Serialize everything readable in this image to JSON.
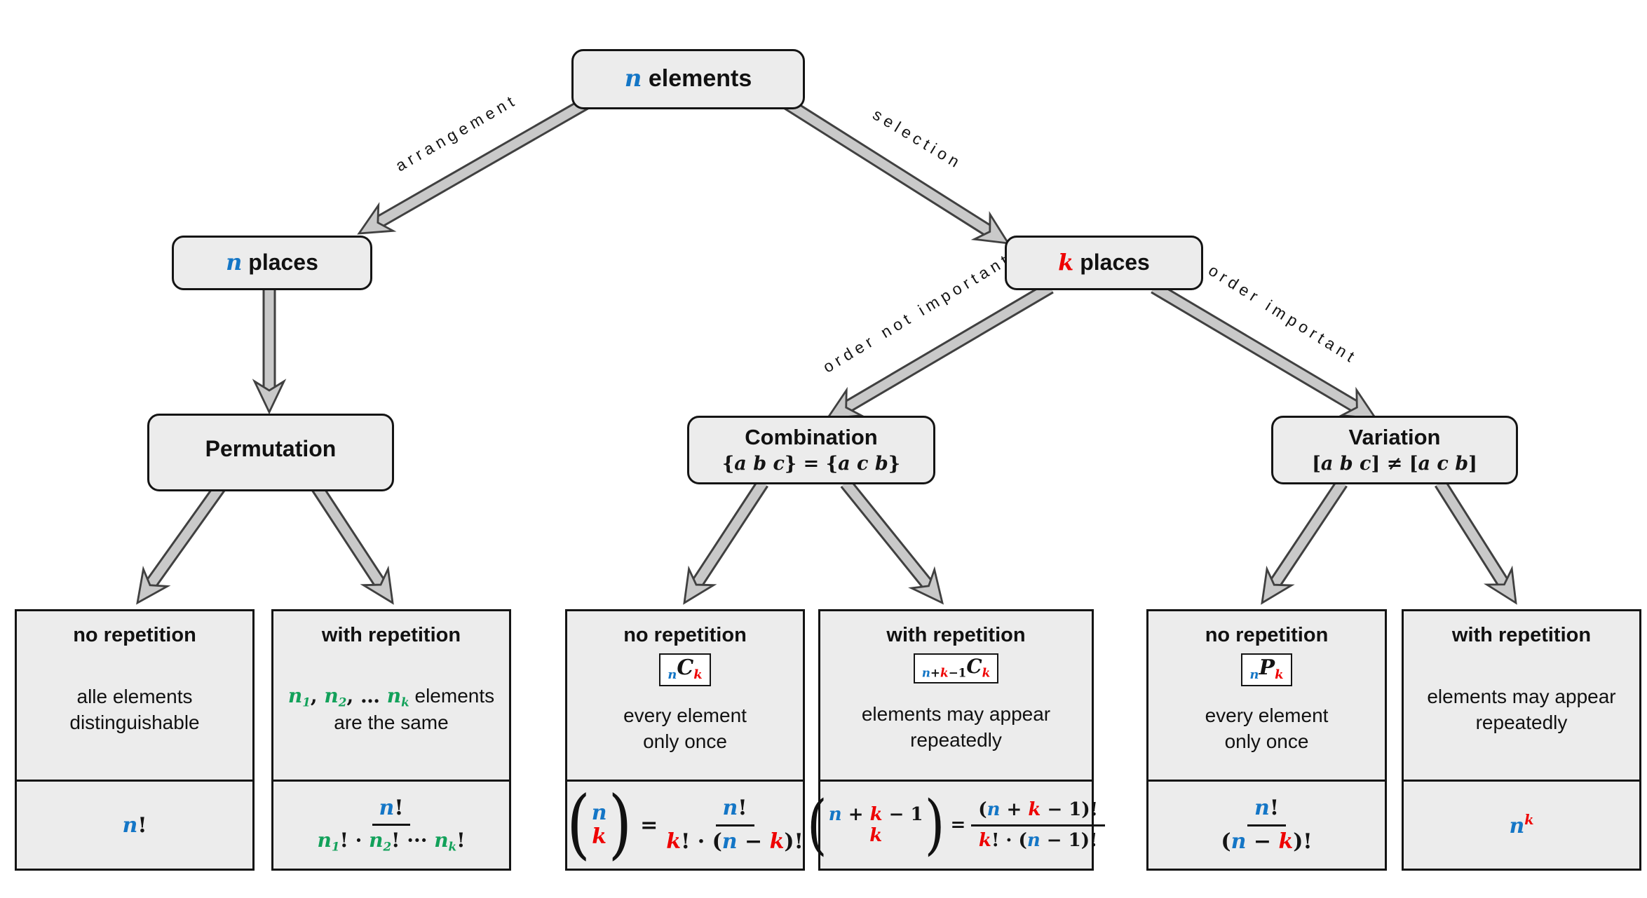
{
  "colors": {
    "blue": "#1476c6",
    "red": "#ee0000",
    "green": "#12a15a"
  },
  "nodes": {
    "root": {
      "tokens": [
        [
          "n",
          "b"
        ],
        [
          " elements",
          "pb"
        ]
      ]
    },
    "n_places": {
      "tokens": [
        [
          "n",
          "b"
        ],
        [
          " places",
          "pb"
        ]
      ]
    },
    "k_places": {
      "tokens": [
        [
          "k",
          "r"
        ],
        [
          " places",
          "pb"
        ]
      ]
    },
    "permutation": {
      "title": "Permutation"
    },
    "combination": {
      "title": "Combination",
      "subtitle_tokens": [
        [
          "{",
          "k"
        ],
        [
          "a b c",
          "kv"
        ],
        [
          "} = {",
          "k"
        ],
        [
          "a c b",
          "kv"
        ],
        [
          "}",
          "k"
        ]
      ]
    },
    "variation": {
      "title": "Variation",
      "subtitle_tokens": [
        [
          "[",
          "k"
        ],
        [
          "a b c",
          "kv"
        ],
        [
          "] ≠ [",
          "k"
        ],
        [
          "a c b",
          "kv"
        ],
        [
          "]",
          "k"
        ]
      ]
    }
  },
  "edges": {
    "arrangement": "arrangement",
    "selection": "selection",
    "order_not_important": "order not important",
    "order_important": "order important"
  },
  "leaves": [
    {
      "header": "no repetition",
      "body": [
        [
          [
            "alle elements",
            "plain"
          ]
        ],
        [
          [
            "distinguishable",
            "plain"
          ]
        ]
      ],
      "formula_tokens": [
        [
          "n",
          "b"
        ],
        [
          "!",
          "k"
        ]
      ]
    },
    {
      "header": "with repetition",
      "body": [
        [
          [
            "n",
            "g"
          ],
          [
            "1",
            "g sub"
          ],
          [
            ", ",
            "k"
          ],
          [
            "n",
            "g"
          ],
          [
            "2",
            "g sub"
          ],
          [
            ", … ",
            "k"
          ],
          [
            "n",
            "g"
          ],
          [
            "k",
            "g sub"
          ],
          [
            " elements",
            "plain"
          ]
        ],
        [
          [
            "are the same",
            "plain"
          ]
        ]
      ],
      "formula_num": [
        [
          "n",
          "b"
        ],
        [
          "!",
          "k"
        ]
      ],
      "formula_den": [
        [
          "n",
          "g"
        ],
        [
          "1",
          "g sub"
        ],
        [
          "! · ",
          "k"
        ],
        [
          "n",
          "g"
        ],
        [
          "2",
          "g sub"
        ],
        [
          "! ··· ",
          "k"
        ],
        [
          "n",
          "g"
        ],
        [
          "k",
          "g sub"
        ],
        [
          "!",
          "k"
        ]
      ]
    },
    {
      "header": "no repetition",
      "badge": [
        [
          "n",
          "b sub"
        ],
        [
          "C",
          "kv"
        ],
        [
          "k",
          "r sub"
        ]
      ],
      "body": [
        [
          [
            "every element",
            "plain"
          ]
        ],
        [
          [
            "only once",
            "plain"
          ]
        ]
      ],
      "binom_top": [
        [
          "n",
          "b"
        ]
      ],
      "binom_bot": [
        [
          "k",
          "r"
        ]
      ],
      "formula_num": [
        [
          "n",
          "b"
        ],
        [
          "!",
          "k"
        ]
      ],
      "formula_den": [
        [
          "k",
          "r"
        ],
        [
          "! · (",
          "k"
        ],
        [
          "n",
          "b"
        ],
        [
          " − ",
          "k"
        ],
        [
          "k",
          "r"
        ],
        [
          ")!",
          "k"
        ]
      ]
    },
    {
      "header": "with repetition",
      "badge": [
        [
          "n",
          "b sub"
        ],
        [
          "+",
          "k sub"
        ],
        [
          "k",
          "r sub"
        ],
        [
          "−1",
          "k sub"
        ],
        [
          "C",
          "kv"
        ],
        [
          "k",
          "r sub"
        ]
      ],
      "body": [
        [
          [
            "elements may appear",
            "plain"
          ]
        ],
        [
          [
            "repeatedly",
            "plain"
          ]
        ]
      ],
      "binom_top": [
        [
          "n",
          "b"
        ],
        [
          " + ",
          "k"
        ],
        [
          "k",
          "r"
        ],
        [
          " − 1",
          "k"
        ]
      ],
      "binom_bot": [
        [
          "k",
          "r"
        ]
      ],
      "formula_num": [
        [
          "(",
          "k"
        ],
        [
          "n",
          "b"
        ],
        [
          " + ",
          "k"
        ],
        [
          "k",
          "r"
        ],
        [
          " − 1)!",
          "k"
        ]
      ],
      "formula_den": [
        [
          "k",
          "r"
        ],
        [
          "! · (",
          "k"
        ],
        [
          "n",
          "b"
        ],
        [
          " − 1)!",
          "k"
        ]
      ]
    },
    {
      "header": "no repetition",
      "badge": [
        [
          "n",
          "b sub"
        ],
        [
          "P",
          "kv"
        ],
        [
          "k",
          "r sub"
        ]
      ],
      "body": [
        [
          [
            "every element",
            "plain"
          ]
        ],
        [
          [
            "only once",
            "plain"
          ]
        ]
      ],
      "formula_num": [
        [
          "n",
          "b"
        ],
        [
          "!",
          "k"
        ]
      ],
      "formula_den": [
        [
          "(",
          "k"
        ],
        [
          "n",
          "b"
        ],
        [
          " − ",
          "k"
        ],
        [
          "k",
          "r"
        ],
        [
          ")!",
          "k"
        ]
      ]
    },
    {
      "header": "with repetition",
      "body": [
        [
          [
            "elements may appear",
            "plain"
          ]
        ],
        [
          [
            "repeatedly",
            "plain"
          ]
        ]
      ],
      "formula_tokens": [
        [
          "n",
          "b"
        ],
        [
          "k",
          "r sup"
        ]
      ]
    }
  ]
}
